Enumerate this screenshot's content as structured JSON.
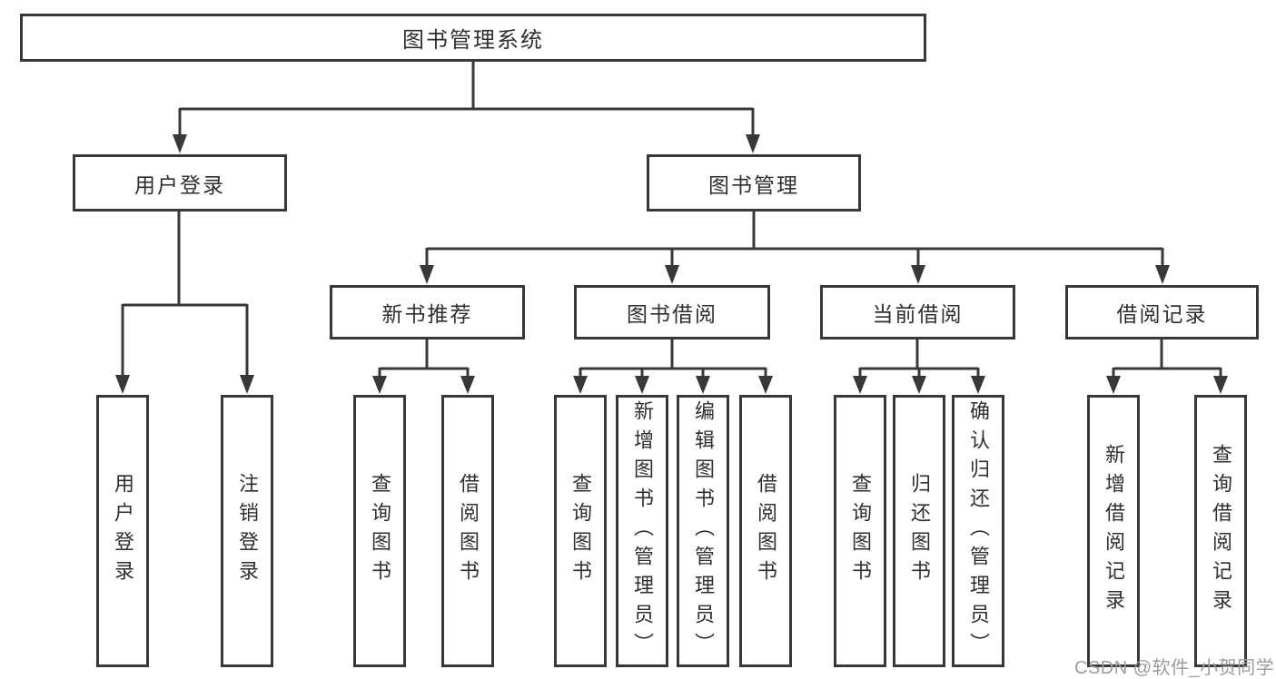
{
  "diagram": {
    "root": {
      "label": "图书管理系统"
    },
    "branches": [
      {
        "label": "用户登录",
        "children": [
          {
            "label": "用户登录"
          },
          {
            "label": "注销登录"
          }
        ]
      },
      {
        "label": "图书管理",
        "children": [
          {
            "label": "新书推荐",
            "children": [
              {
                "label": "查询图书"
              },
              {
                "label": "借阅图书"
              }
            ]
          },
          {
            "label": "图书借阅",
            "children": [
              {
                "label": "查询图书"
              },
              {
                "label": "新增图书（管理员）"
              },
              {
                "label": "编辑图书（管理员）"
              },
              {
                "label": "借阅图书"
              }
            ]
          },
          {
            "label": "当前借阅",
            "children": [
              {
                "label": "查询图书"
              },
              {
                "label": "归还图书"
              },
              {
                "label": "确认归还（管理员）"
              }
            ]
          },
          {
            "label": "借阅记录",
            "children": [
              {
                "label": "新增借阅记录"
              },
              {
                "label": "查询借阅记录"
              }
            ]
          }
        ]
      }
    ],
    "colors": {
      "line": "#383838",
      "text": "#2f2f2f",
      "background": "#ffffff",
      "watermark_color": "#9c9ca2"
    },
    "watermark": "CSDN @软件_小贺同学"
  }
}
